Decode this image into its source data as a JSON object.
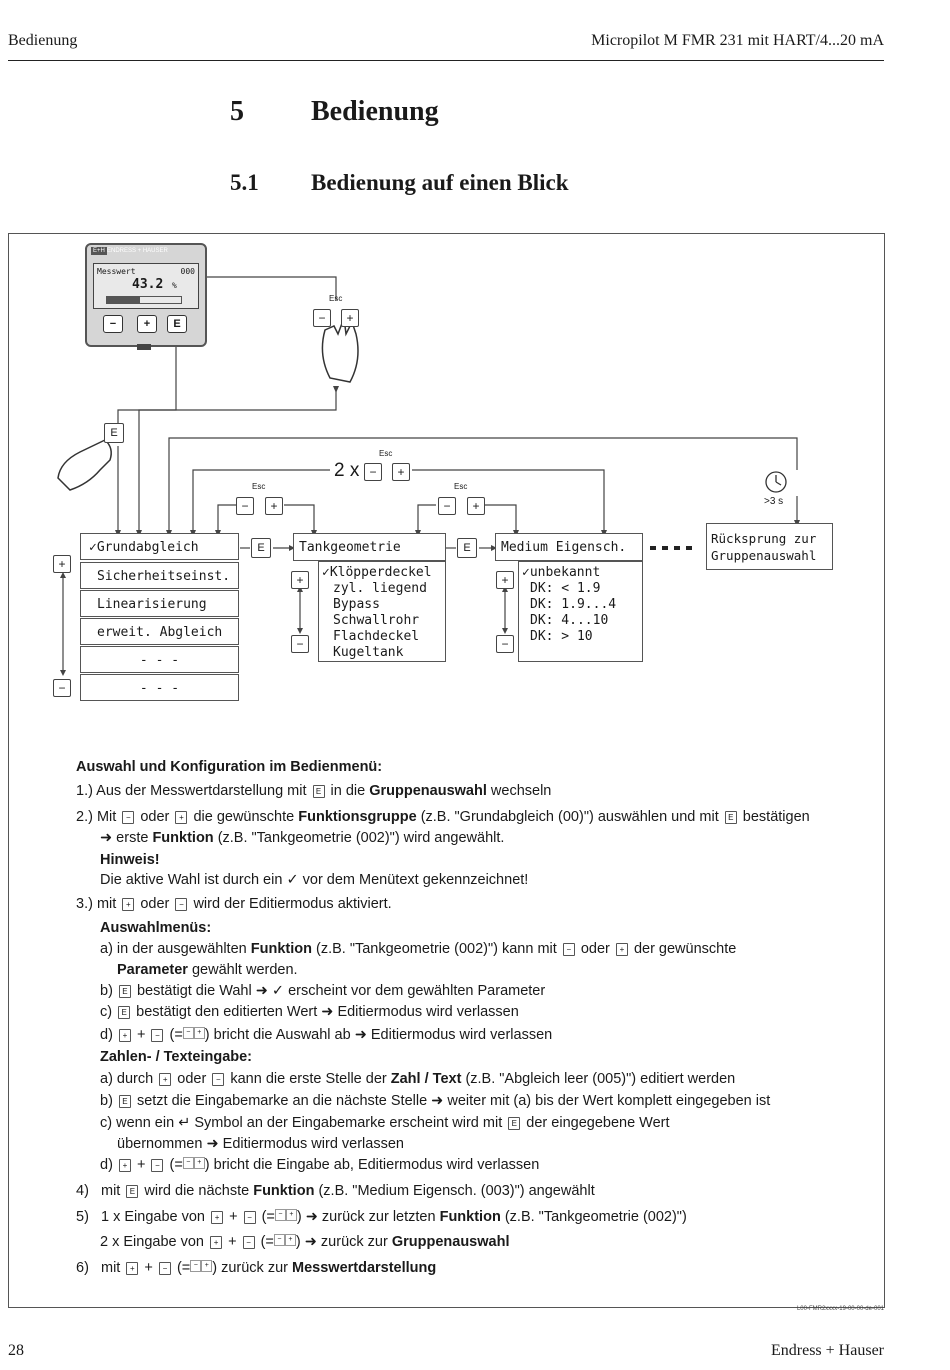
{
  "header": {
    "left": "Bedienung",
    "right": "Micropilot M FMR 231 mit HART/4...20 mA"
  },
  "chapter": {
    "number": "5",
    "title": "Bedienung"
  },
  "section": {
    "number": "5.1",
    "title": "Bedienung auf einen Blick"
  },
  "device": {
    "brand": "ENDRESS + HAUSER",
    "logo": "E+H",
    "display_label": "Messwert",
    "display_code": "000",
    "display_value": "43.2",
    "display_unit": "%",
    "buttons": [
      "−",
      "+",
      "E"
    ]
  },
  "diagram": {
    "esc_label": "Esc",
    "times_label": "2 x",
    "timer_label": ">3 s",
    "key_minus": "−",
    "key_plus": "+",
    "key_e": "E",
    "menu_groups": [
      "✓Grundabgleich",
      "Sicherheitseinst.",
      "Linearisierung",
      "erweit. Abgleich",
      "- - -",
      "- - -"
    ],
    "function_title": "Tankgeometrie",
    "function_options": [
      "✓Klöpperdeckel",
      "zyl. liegend",
      "Bypass",
      "Schwallrohr",
      "Flachdeckel",
      "Kugeltank"
    ],
    "medium_title": "Medium Eigensch.",
    "medium_options": [
      "✓unbekannt",
      "DK: < 1.9",
      "DK: 1.9...4",
      "DK: 4...10",
      "DK: > 10"
    ],
    "ruecksprung": [
      "Rücksprung zur",
      "Gruppenauswahl"
    ],
    "figure_code": "L00-FMR2xxxx-19-00-00-de-001"
  },
  "instructions": {
    "heading": "Auswahl und Konfiguration im Bedienmenü:",
    "s1": {
      "n": "1.)",
      "a": "Aus der Messwertdarstellung mit",
      "b": "in die",
      "c": "Gruppenauswahl",
      "d": "wechseln"
    },
    "s2": {
      "n": "2.)",
      "a": "Mit",
      "b": "oder",
      "c": "die gewünschte",
      "d": "Funktionsgruppe",
      "e": "(z.B. \"Grundabgleich (00)\") auswählen und mit",
      "f": "bestätigen",
      "g": "➜ erste",
      "h": "Funktion",
      "i": "(z.B. \"Tankgeometrie (002)\") wird angewählt."
    },
    "hinweis": {
      "title": "Hinweis!",
      "a": "Die aktive Wahl ist durch ein",
      "b": "vor dem Menütext gekennzeichnet!"
    },
    "s3": {
      "n": "3.)",
      "a": "mit",
      "b": "oder",
      "c": "wird der Editiermodus aktiviert."
    },
    "auswahl": {
      "title": "Auswahlmenüs:",
      "a1": "a) in der ausgewählten",
      "a2": "Funktion",
      "a3": "(z.B. \"Tankgeometrie (002)\") kann mit",
      "a4": "oder",
      "a5": "der gewünschte",
      "a6": "Parameter",
      "a7": "gewählt werden.",
      "b1": "b)",
      "b2": "bestätigt die Wahl ➜",
      "b3": "erscheint vor dem gewählten Parameter",
      "c1": "c)",
      "c2": "bestätigt den editierten Wert ➜ Editiermodus wird verlassen",
      "d1": "d)",
      "d2": "+",
      "d3": "(=",
      "d4": ") bricht die Auswahl ab ➜ Editiermodus wird verlassen"
    },
    "zahlen": {
      "title": "Zahlen- / Texteingabe:",
      "a1": "a) durch",
      "a2": "oder",
      "a3": "kann die erste Stelle der",
      "a4": "Zahl / Text",
      "a5": "(z.B. \"Abgleich leer (005)\") editiert werden",
      "b1": "b)",
      "b2": "setzt die Eingabemarke an die nächste Stelle ➜ weiter mit (a) bis der Wert komplett eingegeben ist",
      "c1": "c) wenn ein",
      "c2": "Symbol an der Eingabemarke erscheint wird mit",
      "c3": "der eingegebene Wert",
      "c4": "übernommen ➜ Editiermodus wird verlassen",
      "d1": "d)",
      "d2": "+",
      "d3": "(=",
      "d4": ") bricht die Eingabe ab,  Editiermodus wird verlassen"
    },
    "s4": {
      "n": "4)",
      "a": "mit",
      "b": "wird die nächste",
      "c": "Funktion",
      "d": "(z.B. \"Medium Eigensch. (003)\") angewählt"
    },
    "s5": {
      "n": "5)",
      "a": "1 x Eingabe von",
      "b": "+",
      "c": "(=",
      "d": ") ➜ zurück zur letzten",
      "e": "Funktion",
      "f": "(z.B. \"Tankgeometrie (002)\")",
      "g": "2 x Eingabe von",
      "h": ") ➜ zurück zur",
      "i": "Gruppenauswahl"
    },
    "s6": {
      "n": "6)",
      "a": "mit",
      "b": "+",
      "c": "(=",
      "d": ") zurück zur",
      "e": "Messwertdarstellung"
    }
  },
  "footer": {
    "page": "28",
    "brand": "Endress + Hauser"
  }
}
